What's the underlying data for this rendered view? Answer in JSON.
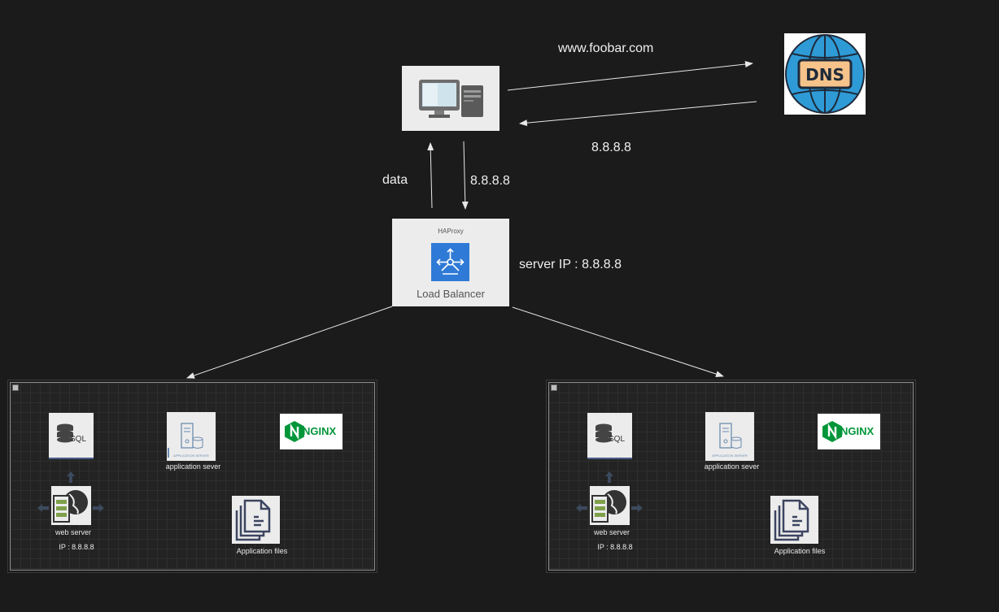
{
  "labels": {
    "domain_request": "www.foobar.com",
    "dns_response": "8.8.8.8",
    "data": "data",
    "lb_ip_arrow": "8.8.8.8",
    "server_ip": "server IP : 8.8.8.8"
  },
  "dns": {
    "text": "DNS"
  },
  "load_balancer": {
    "header": "HAProxy",
    "caption": "Load Balancer"
  },
  "servers": [
    {
      "sql_label": "SQL",
      "app_caption": "application sever",
      "app_tiny": "APPLICATION SERVER",
      "nginx_label": "NGINX",
      "web_caption": "web server",
      "ip_caption": "IP : 8.8.8.8",
      "files_caption": "Application files"
    },
    {
      "sql_label": "SQL",
      "app_caption": "application sever",
      "app_tiny": "APPLICATION SERVER",
      "nginx_label": "NGINX",
      "web_caption": "web server",
      "ip_caption": "IP : 8.8.8.8",
      "files_caption": "Application files"
    }
  ],
  "colors": {
    "background": "#1b1b1b",
    "arrow": "#e8e8e8",
    "lb_blue": "#2f7ad6",
    "nginx_green": "#009639",
    "dns_blue": "#2e9bd6",
    "dns_orange": "#f6c38a"
  }
}
